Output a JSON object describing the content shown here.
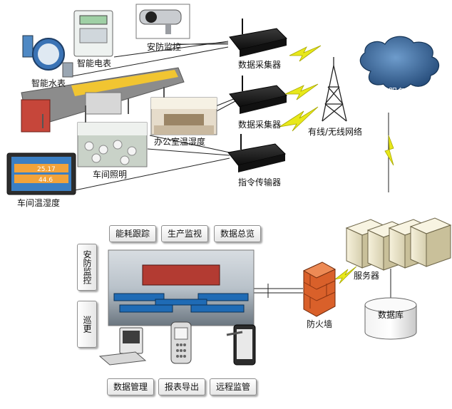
{
  "labels": {
    "smart_meter": "智能电表",
    "security_camera": "安防监控",
    "smart_water_meter": "智能水表",
    "collector_1": "数据采集器",
    "collector_2": "数据采集器",
    "command_transmitter": "指令传输器",
    "network": "有线/无线网络",
    "cloud": "服务云",
    "office_temp": "办公室温湿度",
    "workshop_light": "车间照明",
    "workshop_temp": "车间温湿度",
    "firewall": "防火墙",
    "server": "服务器",
    "database": "数据库"
  },
  "panel_values": {
    "temp": "25.17",
    "humidity": "44.6"
  },
  "control_center": {
    "top_buttons": [
      "能耗跟踪",
      "生产监视",
      "数据总览"
    ],
    "side_buttons": [
      "安防监控",
      "巡更"
    ],
    "bottom_buttons": [
      "数据管理",
      "报表导出",
      "远程监管"
    ]
  },
  "colors": {
    "lightning": "#e8e81a",
    "cloud": "#2b5a8c",
    "firewall": "#d9602a",
    "screen_blue": "#1f6bb5"
  }
}
